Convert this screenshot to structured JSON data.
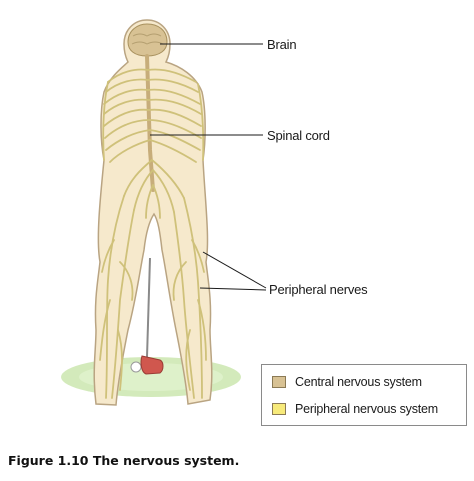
{
  "labels": {
    "brain": "Brain",
    "spinal_cord": "Spinal cord",
    "peripheral_nerves": "Peripheral nerves"
  },
  "legend": {
    "items": [
      {
        "label": "Central nervous system",
        "color": "#d8c294"
      },
      {
        "label": "Peripheral nervous system",
        "color": "#f7ea7a"
      }
    ]
  },
  "caption": "Figure 1.10 The nervous system.",
  "colors": {
    "skin": "#f6e9cc",
    "skin_outline": "#b9a482",
    "brain": "#d8c294",
    "nerve": "#cfc17a",
    "grass": "#cfe8b4",
    "club_head": "#d0574e"
  }
}
